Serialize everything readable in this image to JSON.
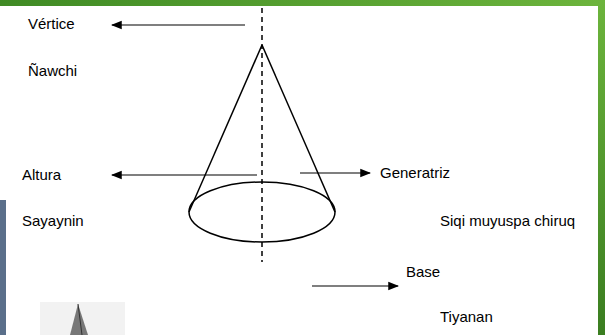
{
  "diagram": {
    "labels": [
      "Vértice",
      "Ñawchi",
      "Altura",
      "Sayaynin",
      "Generatriz",
      "Siqi muyuspa chiruq",
      "Base",
      "Tiyanan"
    ]
  }
}
